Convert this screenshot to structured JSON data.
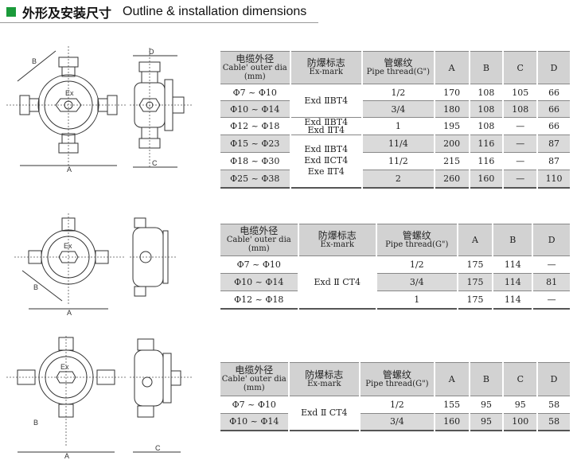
{
  "header": {
    "title_cn": "外形及安装尺寸",
    "title_en": "Outline & installation dimensions",
    "accent": "#1a9a3a"
  },
  "columns": {
    "cable_cn": "电缆外径",
    "cable_en": "Cable' outer dia",
    "cable_unit": "(mm)",
    "ex_cn": "防爆标志",
    "ex_en": "Ex-mark",
    "pipe_cn": "管螺纹",
    "pipe_en": "Pipe thread(G\")",
    "a": "A",
    "b": "B",
    "c": "C",
    "d": "D"
  },
  "drawing_labels": {
    "ex": "Ex",
    "a": "A",
    "b": "B",
    "c": "C",
    "d": "D"
  },
  "table1": {
    "exmarks": [
      "Exd ⅡBT4",
      "Exd ⅡBT4",
      "Exd ⅡT4",
      "Exd ⅡBT4",
      "Exd ⅡCT4",
      "Exe ⅡT4"
    ],
    "rows": [
      {
        "cable": "Φ7 ~ Φ10",
        "pipe": "1/2",
        "a": "170",
        "b": "108",
        "c": "105",
        "d": "66"
      },
      {
        "cable": "Φ10 ~ Φ14",
        "pipe": "3/4",
        "a": "180",
        "b": "108",
        "c": "108",
        "d": "66"
      },
      {
        "cable": "Φ12 ~ Φ18",
        "pipe": "1",
        "a": "195",
        "b": "108",
        "c": "—",
        "d": "66"
      },
      {
        "cable": "Φ15 ~ Φ23",
        "pipe": "11/4",
        "a": "200",
        "b": "116",
        "c": "—",
        "d": "87"
      },
      {
        "cable": "Φ18 ~ Φ30",
        "pipe": "11/2",
        "a": "215",
        "b": "116",
        "c": "—",
        "d": "87"
      },
      {
        "cable": "Φ25 ~ Φ38",
        "pipe": "2",
        "a": "260",
        "b": "160",
        "c": "—",
        "d": "110"
      }
    ]
  },
  "table2": {
    "exmark": "Exd Ⅱ CT4",
    "rows": [
      {
        "cable": "Φ7 ~ Φ10",
        "pipe": "1/2",
        "a": "175",
        "b": "114",
        "d": "—"
      },
      {
        "cable": "Φ10 ~ Φ14",
        "pipe": "3/4",
        "a": "175",
        "b": "114",
        "d": "81"
      },
      {
        "cable": "Φ12 ~ Φ18",
        "pipe": "1",
        "a": "175",
        "b": "114",
        "d": "—"
      }
    ]
  },
  "table3": {
    "exmark": "Exd Ⅱ CT4",
    "rows": [
      {
        "cable": "Φ7 ~ Φ10",
        "pipe": "1/2",
        "a": "155",
        "b": "95",
        "c": "95",
        "d": "58"
      },
      {
        "cable": "Φ10 ~ Φ14",
        "pipe": "3/4",
        "a": "160",
        "b": "95",
        "c": "100",
        "d": "58"
      }
    ]
  }
}
